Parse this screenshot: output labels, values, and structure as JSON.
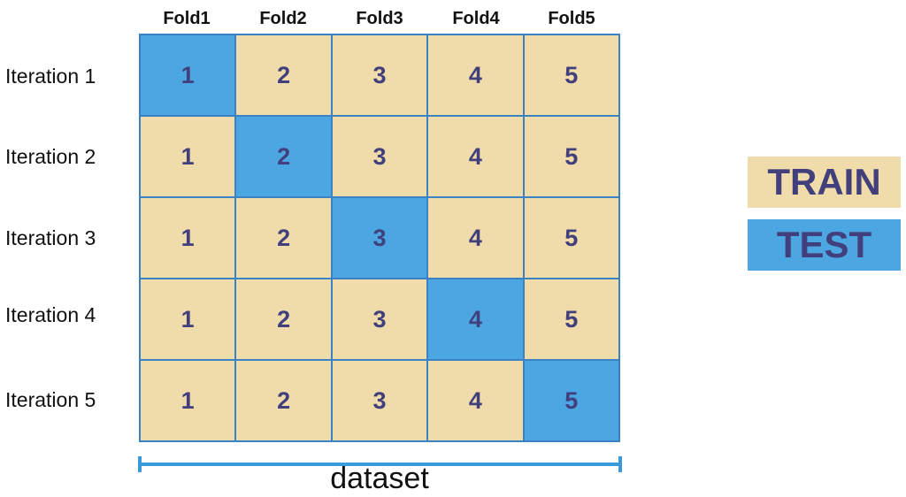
{
  "folds": [
    "Fold1",
    "Fold2",
    "Fold3",
    "Fold4",
    "Fold5"
  ],
  "iterations": [
    "Iteration 1",
    "Iteration 2",
    "Iteration 3",
    "Iteration 4",
    "Iteration 5"
  ],
  "cell_values": [
    "1",
    "2",
    "3",
    "4",
    "5"
  ],
  "legend": {
    "train_label": "TRAIN",
    "test_label": "TEST"
  },
  "dataset_label": "dataset",
  "colors": {
    "train": "#f0dcaa",
    "test": "#4ba6e2",
    "border": "#3b82c4",
    "number_text": "#423f7d"
  }
}
